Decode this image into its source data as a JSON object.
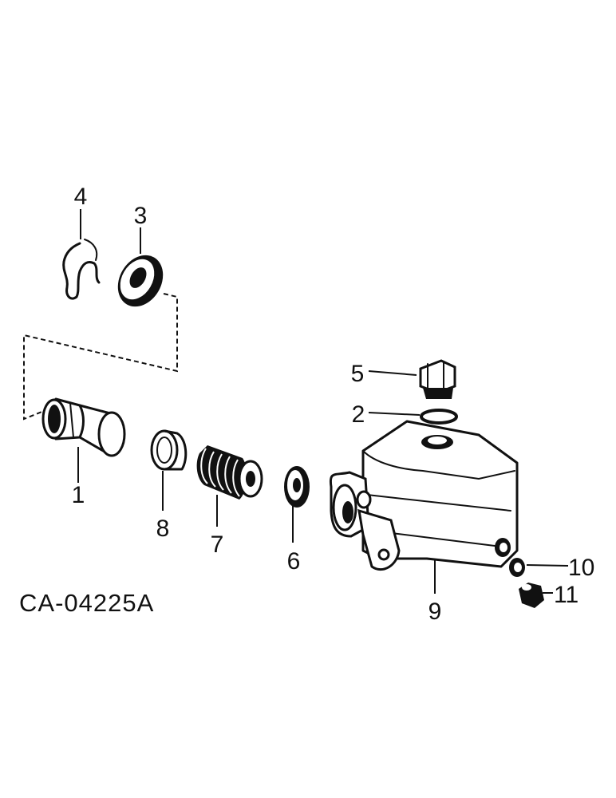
{
  "diagram": {
    "code": "CA-04225A",
    "callouts": {
      "c1": "1",
      "c2": "2",
      "c3": "3",
      "c4": "4",
      "c5": "5",
      "c6": "6",
      "c7": "7",
      "c8": "8",
      "c9": "9",
      "c10": "10",
      "c11": "11"
    }
  }
}
